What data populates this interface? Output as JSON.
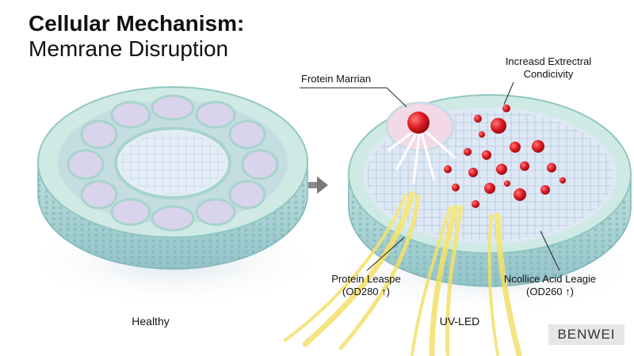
{
  "title": {
    "line1": "Cellular Mechanism:",
    "line2": "Memrane Disruption"
  },
  "labels": {
    "protein_marrian": "Frotein Marrian",
    "conductivity_line1": "Increasd Extrectral",
    "conductivity_line2": "Condicivity",
    "protein_leakage_line1": "Protein Leaspe",
    "protein_leakage_line2": "(OD280 ↑)",
    "nucleic_acid_line1": "Ncollice Acid Leagie",
    "nucleic_acid_line2": "(OD260 ↑)",
    "healthy": "Healthy",
    "uvled": "UV-LED"
  },
  "watermark": "BENWEI",
  "colors": {
    "membrane": "#cfe9e4",
    "membrane_edge": "#8fc7c0",
    "cell_interior": "#d9d3ec",
    "damaged_interior": "#dfe9f5",
    "particle": "#dd1a22",
    "leak_stream": "#f2dc55",
    "arrow": "#777777"
  },
  "icons": {
    "transition_arrow": "arrow-right-icon"
  }
}
